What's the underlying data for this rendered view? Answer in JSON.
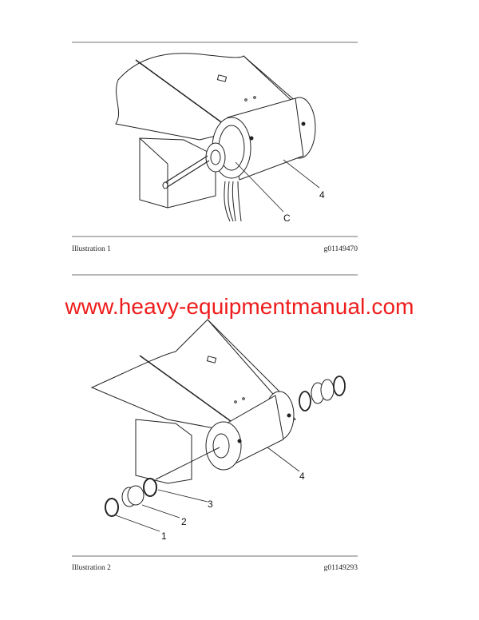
{
  "figures": [
    {
      "caption_left": "Illustration 1",
      "caption_right": "g01149470",
      "callouts": [
        "C",
        "4"
      ]
    },
    {
      "caption_left": "Illustration 2",
      "caption_right": "g01149293",
      "callouts": [
        "4",
        "3",
        "2",
        "1"
      ]
    }
  ],
  "watermark": {
    "text": "www.heavy-equipmentmanual.com",
    "color": "#ee1c1c"
  }
}
